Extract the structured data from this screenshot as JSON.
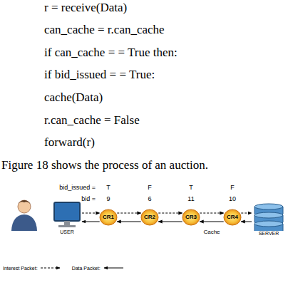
{
  "diagram": {
    "nodes": [
      {
        "text": [
          "USER"
        ]
      },
      {
        "text": [
          "CR1"
        ]
      },
      {
        "text": [
          "CR2"
        ]
      },
      {
        "text": [
          "CR3"
        ]
      },
      {
        "text": [
          "CR4"
        ]
      },
      {
        "text": [
          "SERVER"
        ]
      }
    ],
    "edges": [
      {
        "from": 0,
        "to": 1,
        "arrow": "to"
      },
      {
        "from": 1,
        "to": 2,
        "arrow": "to"
      },
      {
        "from": 2,
        "to": 3,
        "arrow": "to"
      },
      {
        "from": 3,
        "to": 4,
        "arrow": "to"
      },
      {
        "from": 4,
        "to": 5,
        "arrow": "to"
      },
      {
        "from": 5,
        "to": 4,
        "arrow": "to"
      },
      {
        "from": 4,
        "to": 3,
        "arrow": "to"
      },
      {
        "from": 3,
        "to": 2,
        "arrow": "to"
      },
      {
        "from": 2,
        "to": 1,
        "arrow": "to"
      },
      {
        "from": 1,
        "to": 0,
        "arrow": "to"
      }
    ],
    "labels": [
      "r = receive(Data)",
      "can_cache = r.can_cache",
      "if can_cache = = True then:",
      "if bid_issued = = True:",
      "cache(Data)",
      "r.can_cache = False",
      "forward(r)",
      "Figure 18 shows the process of an auction.",
      "bid_issued =",
      "bid =",
      "T",
      "F",
      "T",
      "F",
      "9",
      "6",
      "11",
      "10",
      "Cache"
    ],
    "legend": [
      {
        "text": "Interest Packet:"
      },
      {
        "text": "Data Packet:"
      }
    ]
  }
}
